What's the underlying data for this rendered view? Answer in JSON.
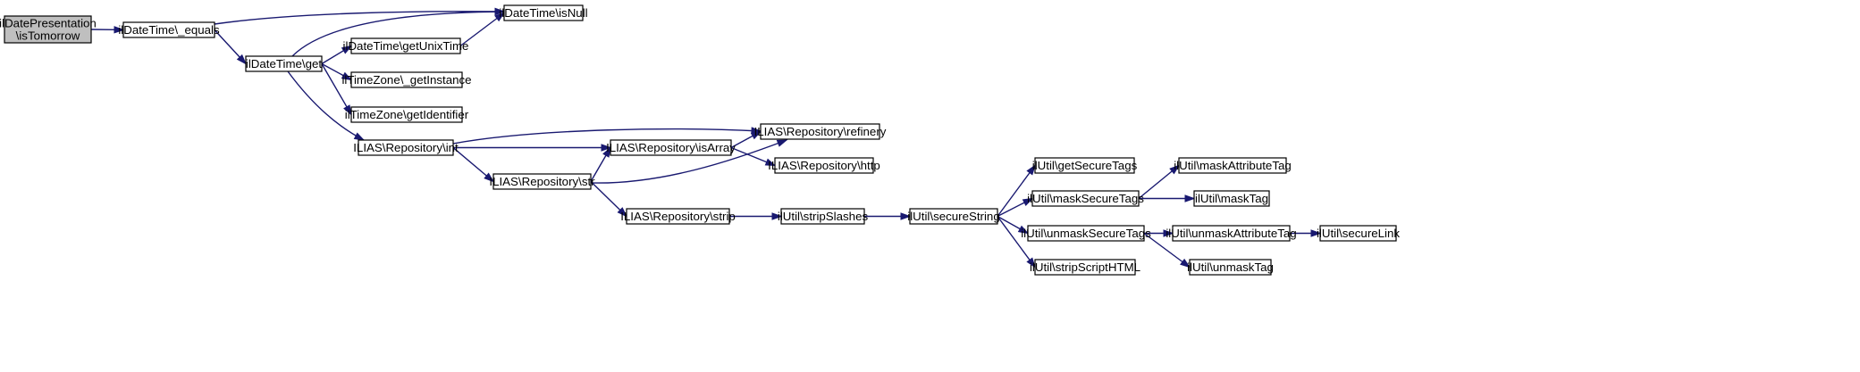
{
  "graph": {
    "colors": {
      "edge": "#191970",
      "root_fill": "#bfbfbf",
      "node_fill": "#ffffff",
      "border": "#000000"
    },
    "nodes": [
      {
        "id": "n0",
        "lines": [
          "ilDatePresentation",
          "\\isTomorrow"
        ]
      },
      {
        "id": "n1",
        "lines": [
          "ilDateTime\\_equals"
        ]
      },
      {
        "id": "n2",
        "lines": [
          "ilDateTime\\isNull"
        ]
      },
      {
        "id": "n3",
        "lines": [
          "ilDateTime\\get"
        ]
      },
      {
        "id": "n4",
        "lines": [
          "ilDateTime\\getUnixTime"
        ]
      },
      {
        "id": "n5",
        "lines": [
          "ilTimeZone\\_getInstance"
        ]
      },
      {
        "id": "n6",
        "lines": [
          "ilTimeZone\\getIdentifier"
        ]
      },
      {
        "id": "n7",
        "lines": [
          "ILIAS\\Repository\\int"
        ]
      },
      {
        "id": "n8",
        "lines": [
          "ILIAS\\Repository\\refinery"
        ]
      },
      {
        "id": "n9",
        "lines": [
          "ILIAS\\Repository\\isArray"
        ]
      },
      {
        "id": "n10",
        "lines": [
          "ILIAS\\Repository\\http"
        ]
      },
      {
        "id": "n11",
        "lines": [
          "ILIAS\\Repository\\str"
        ]
      },
      {
        "id": "n12",
        "lines": [
          "ILIAS\\Repository\\strip"
        ]
      },
      {
        "id": "n13",
        "lines": [
          "ilUtil\\stripSlashes"
        ]
      },
      {
        "id": "n14",
        "lines": [
          "ilUtil\\secureString"
        ]
      },
      {
        "id": "n15",
        "lines": [
          "ilUtil\\getSecureTags"
        ]
      },
      {
        "id": "n16",
        "lines": [
          "ilUtil\\maskSecureTags"
        ]
      },
      {
        "id": "n17",
        "lines": [
          "ilUtil\\maskAttributeTag"
        ]
      },
      {
        "id": "n18",
        "lines": [
          "ilUtil\\maskTag"
        ]
      },
      {
        "id": "n19",
        "lines": [
          "ilUtil\\unmaskSecureTags"
        ]
      },
      {
        "id": "n20",
        "lines": [
          "ilUtil\\unmaskAttributeTag"
        ]
      },
      {
        "id": "n21",
        "lines": [
          "ilUtil\\secureLink"
        ]
      },
      {
        "id": "n22",
        "lines": [
          "ilUtil\\unmaskTag"
        ]
      },
      {
        "id": "n23",
        "lines": [
          "ilUtil\\stripScriptHTML"
        ]
      }
    ],
    "edges": [
      {
        "from": "n0",
        "to": "n1"
      },
      {
        "from": "n1",
        "to": "n2"
      },
      {
        "from": "n1",
        "to": "n3"
      },
      {
        "from": "n3",
        "to": "n2"
      },
      {
        "from": "n3",
        "to": "n4"
      },
      {
        "from": "n3",
        "to": "n5"
      },
      {
        "from": "n3",
        "to": "n6"
      },
      {
        "from": "n3",
        "to": "n7"
      },
      {
        "from": "n4",
        "to": "n2"
      },
      {
        "from": "n7",
        "to": "n8"
      },
      {
        "from": "n7",
        "to": "n9"
      },
      {
        "from": "n7",
        "to": "n11"
      },
      {
        "from": "n9",
        "to": "n8"
      },
      {
        "from": "n9",
        "to": "n10"
      },
      {
        "from": "n11",
        "to": "n8"
      },
      {
        "from": "n11",
        "to": "n9"
      },
      {
        "from": "n11",
        "to": "n12"
      },
      {
        "from": "n12",
        "to": "n13"
      },
      {
        "from": "n13",
        "to": "n14"
      },
      {
        "from": "n14",
        "to": "n15"
      },
      {
        "from": "n14",
        "to": "n16"
      },
      {
        "from": "n14",
        "to": "n19"
      },
      {
        "from": "n14",
        "to": "n23"
      },
      {
        "from": "n16",
        "to": "n17"
      },
      {
        "from": "n16",
        "to": "n18"
      },
      {
        "from": "n19",
        "to": "n20"
      },
      {
        "from": "n19",
        "to": "n22"
      },
      {
        "from": "n20",
        "to": "n21"
      }
    ]
  }
}
